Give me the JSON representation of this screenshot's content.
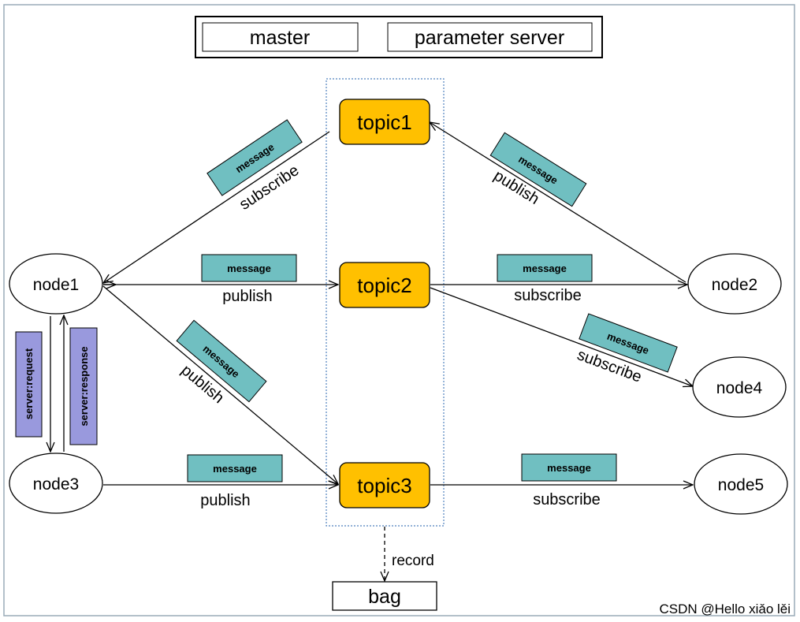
{
  "header": {
    "master_label": "master",
    "parameter_server_label": "parameter server"
  },
  "topics": {
    "topic1": "topic1",
    "topic2": "topic2",
    "topic3": "topic3"
  },
  "nodes": {
    "node1": "node1",
    "node2": "node2",
    "node3": "node3",
    "node4": "node4",
    "node5": "node5"
  },
  "bag": {
    "label": "bag",
    "record_label": "record"
  },
  "messages": {
    "m_topic1_node1": "message",
    "m_node2_topic1": "message",
    "m_node1_topic2": "message",
    "m_topic2_node2": "message",
    "m_topic2_node4": "message",
    "m_node1_topic3": "message",
    "m_node3_topic3": "message",
    "m_topic3_node5": "message"
  },
  "edge_labels": {
    "topic1_node1": "subscribe",
    "node2_topic1": "publish",
    "node1_topic2": "publish",
    "topic2_node2": "subscribe",
    "topic2_node4": "subscribe",
    "node1_topic3": "publish",
    "node3_topic3": "publish",
    "topic3_node5": "subscribe"
  },
  "services": {
    "request_label": "server:request",
    "response_label": "server:response"
  },
  "watermark": "CSDN @Hello xiǎo lěi",
  "colors": {
    "topic_fill": "#FFC000",
    "message_fill": "#70BFC1",
    "service_fill": "#9999DD",
    "frame_border": "#9AABB8",
    "dotted_box": "#4F81BD",
    "line": "#000000"
  }
}
